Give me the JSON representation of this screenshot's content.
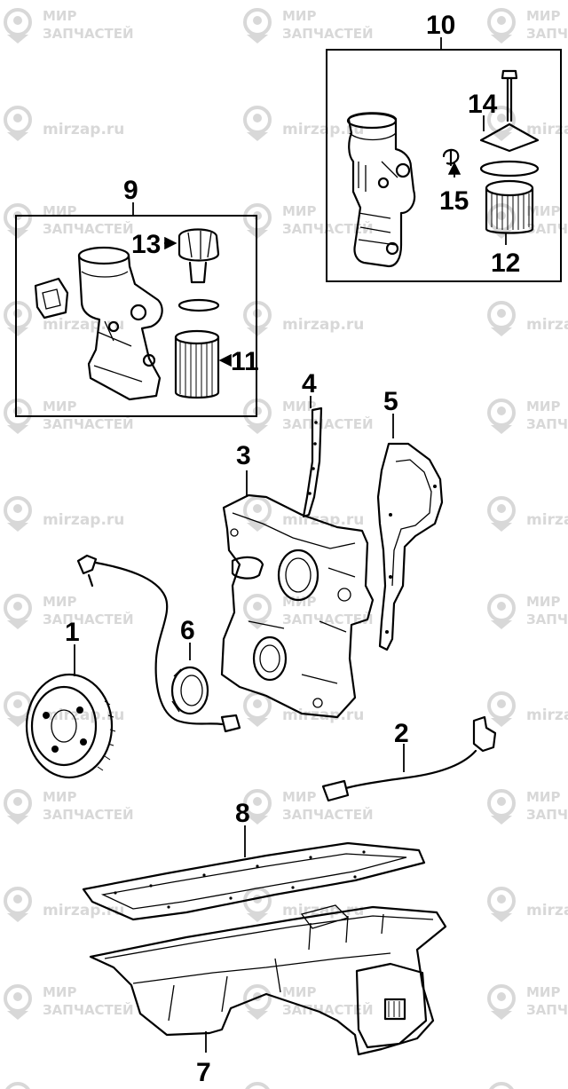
{
  "watermark": {
    "line1": "МИР",
    "line2": "ЗАПЧАСТЕЙ",
    "url": "mirzap.ru"
  },
  "callouts": {
    "c1": "1",
    "c2": "2",
    "c3": "3",
    "c4": "4",
    "c5": "5",
    "c6": "6",
    "c7": "7",
    "c8": "8",
    "c9": "9",
    "c10": "10",
    "c11": "11",
    "c12": "12",
    "c13": "13",
    "c14": "14",
    "c15": "15"
  }
}
